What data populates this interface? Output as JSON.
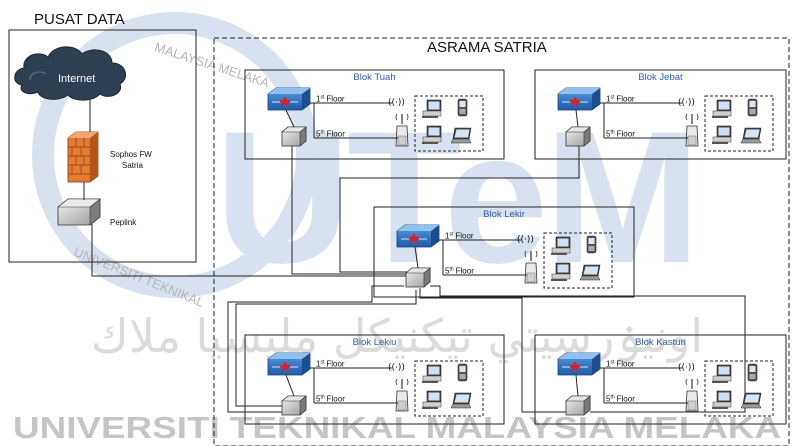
{
  "pusat": {
    "title": "PUSAT DATA",
    "internet_label": "Internet",
    "firewall_label_1": "Sophos FW",
    "firewall_label_2": "Satria",
    "peplink_label": "Peplink"
  },
  "asrama": {
    "title": "ASRAMA SATRIA"
  },
  "floor_labels": {
    "first_num": "1",
    "first_sup": "st",
    "fifth_num": "5",
    "fifth_sup": "th",
    "floor_word": "Floor"
  },
  "blocks": [
    {
      "id": "tuah",
      "name": "Blok Tuah"
    },
    {
      "id": "jebat",
      "name": "Blok Jebat"
    },
    {
      "id": "lekir",
      "name": "Blok Lekir"
    },
    {
      "id": "lekiu",
      "name": "Blok Lekiu"
    },
    {
      "id": "kasturi",
      "name": "Blok Kasturi"
    }
  ],
  "watermark": {
    "logo_text": "UTeM",
    "arabic_text": "اونيۏرسيتي تيكنيكل مليسيا ملاك",
    "footer_text": "UNIVERSITI TEKNIKAL MALAYSIA MELAKA",
    "arc_text": "MALAYSIA MELAKA",
    "arc_text_2": "UNIVERSITI TEKNIKAL"
  },
  "colors": {
    "block_title": "#2e5fa3",
    "switch_blue": "#2b6fc2",
    "switch_star": "#d8202a",
    "firewall_orange": "#e8742a",
    "cloud_dark": "#2c3b4c",
    "watermark_blue": "#4d79b8"
  }
}
